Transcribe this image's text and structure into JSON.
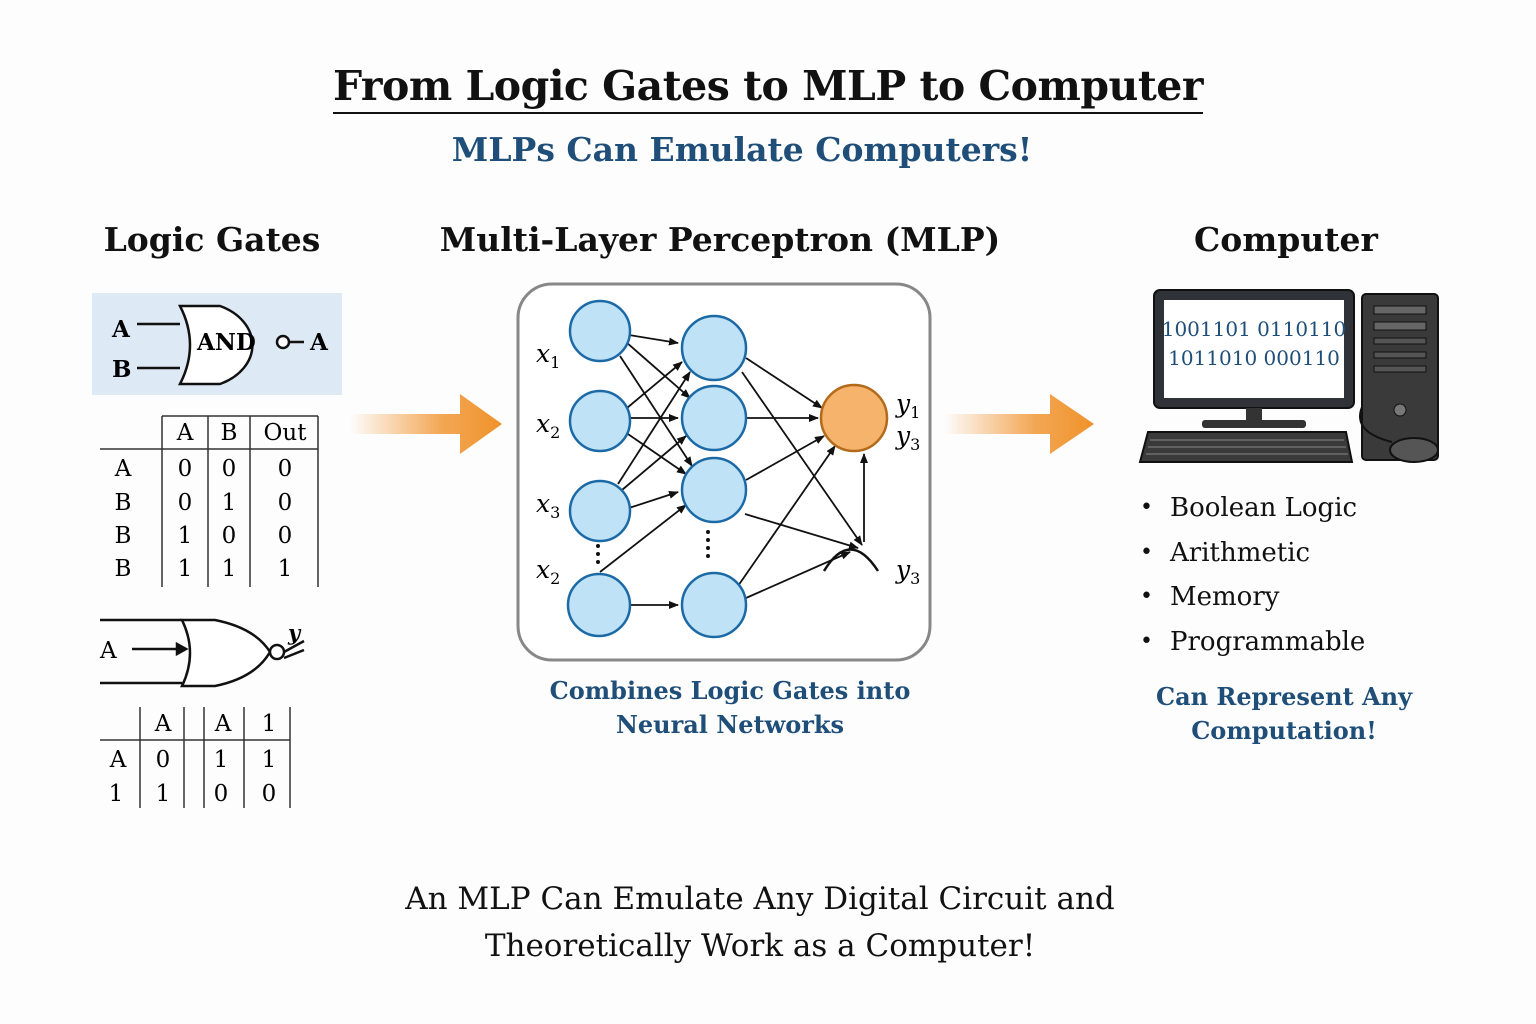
{
  "title": "From Logic Gates to MLP to Computer",
  "subtitle": "MLPs Can Emulate Computers!",
  "columns": {
    "logic": {
      "heading": "Logic Gates",
      "gate1": {
        "label": "AND",
        "inputs": [
          "A",
          "B"
        ],
        "output": "A"
      },
      "table1": {
        "headers": [
          "A",
          "B",
          "Out"
        ],
        "row_labels": [
          "A",
          "B",
          "B",
          "B"
        ],
        "rows": [
          [
            "0",
            "0",
            "0"
          ],
          [
            "0",
            "1",
            "0"
          ],
          [
            "1",
            "0",
            "0"
          ],
          [
            "1",
            "1",
            "1"
          ]
        ]
      },
      "gate2": {
        "input": "A",
        "output": "y"
      },
      "table2": {
        "headers": [
          "A",
          "A",
          "1"
        ],
        "row_labels": [
          "A",
          "1"
        ],
        "rows": [
          [
            "0",
            "1",
            "1"
          ],
          [
            "1",
            "0",
            "0"
          ]
        ]
      }
    },
    "mlp": {
      "heading": "Multi-Layer Perceptron (MLP)",
      "inputs": [
        "x1",
        "x2",
        "x3",
        "x2"
      ],
      "outputs": [
        "y1",
        "y3",
        "y3"
      ],
      "caption_lines": [
        "Combines Logic Gates into",
        "Neural Networks"
      ]
    },
    "computer": {
      "heading": "Computer",
      "screen_lines": [
        "1001101 0110110",
        "1011010 000110"
      ],
      "bullets": [
        "Boolean Logic",
        "Arithmetic",
        "Memory",
        "Programmable"
      ],
      "caption_lines": [
        "Can Represent Any",
        "Computation!"
      ]
    }
  },
  "footer_lines": [
    "An MLP Can Emulate Any Digital Circuit and",
    "Theoretically Work as a Computer!"
  ],
  "colors": {
    "accent_blue": "#1f4e79",
    "arrow_orange": "#f0922b",
    "node_blue": "#bfe2f7",
    "node_orange": "#f6b36b",
    "gate_bg": "#dde9f5"
  }
}
